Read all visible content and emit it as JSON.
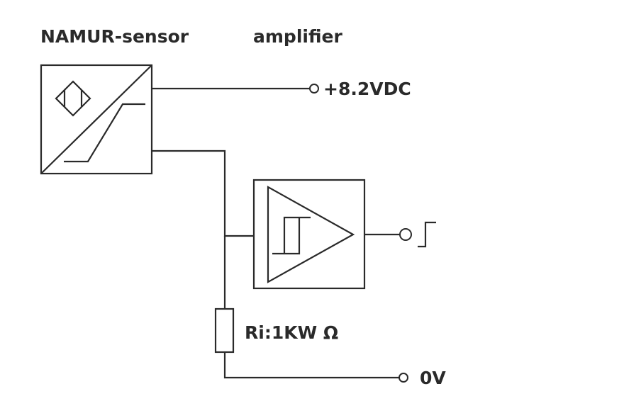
{
  "labels": {
    "sensor_title": "NAMUR-sensor",
    "amplifier_title": "amplifier",
    "supply_terminal": "+8.2VDC",
    "ground_terminal": "0V",
    "resistor": "Ri:1KW Ω"
  },
  "components": {
    "sensor": {
      "name": "NAMUR-sensor",
      "symbols": [
        "proximity-diamond",
        "ramp-characteristic"
      ]
    },
    "amplifier": {
      "name": "amplifier",
      "symbols": [
        "triangle-amplifier",
        "hysteresis-loop"
      ]
    },
    "resistor": {
      "value": "Ri:1KW Ω"
    },
    "output": {
      "symbol": "step-signal"
    }
  },
  "colors": {
    "line": "#2a2a2a",
    "background": "#ffffff"
  }
}
